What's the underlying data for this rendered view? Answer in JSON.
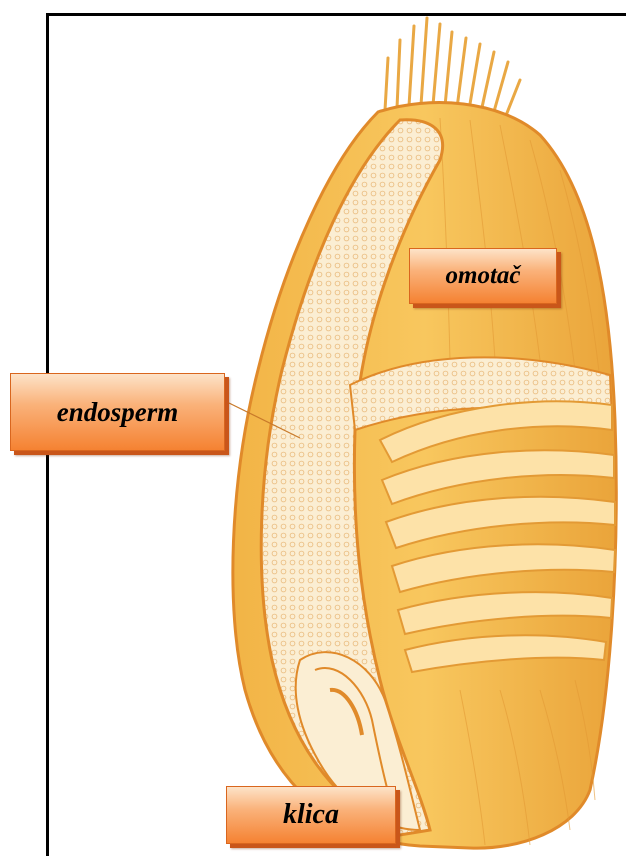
{
  "diagram": {
    "labels": {
      "omotac": "omotač",
      "endosperm": "endosperm",
      "klica": "klica"
    },
    "colors": {
      "husk_light": "#f7c25a",
      "husk_dark": "#e9a232",
      "outline": "#e08a2a",
      "endosperm": "#fbeed3",
      "label_top": "#fde3c8",
      "label_bottom": "#f58232"
    }
  }
}
